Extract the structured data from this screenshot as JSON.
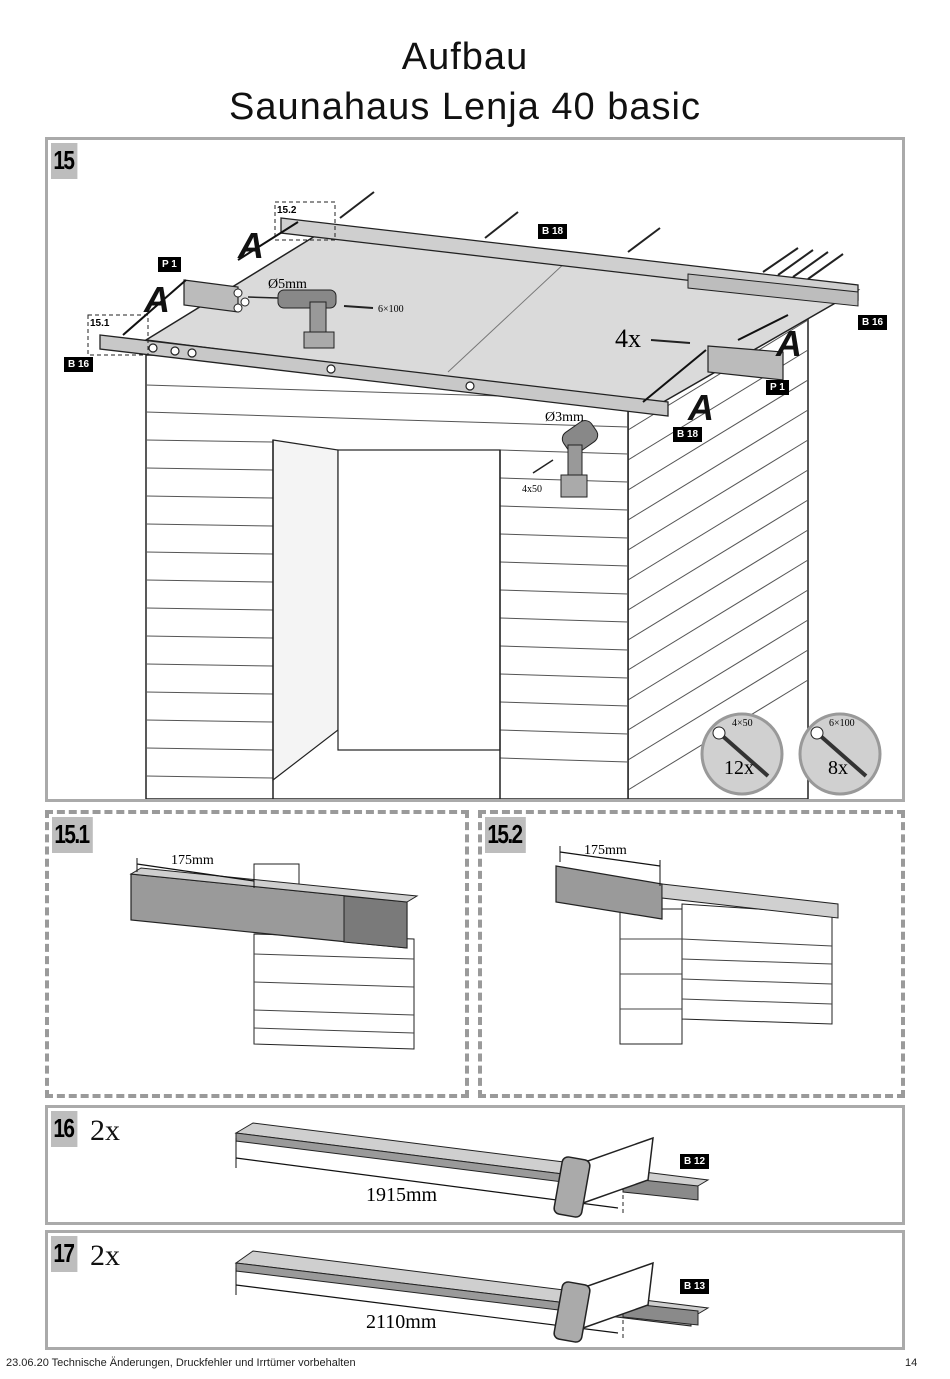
{
  "header": {
    "line1": "Aufbau",
    "line2": "Saunahaus Lenja 40 basic"
  },
  "step15": {
    "number": "15",
    "sub_refs": [
      "15.1",
      "15.2"
    ],
    "labels": {
      "p1_left": "P 1",
      "p1_right": "P 1",
      "b16_left": "B 16",
      "b16_right": "B 16",
      "b18_top": "B 18",
      "b18_bottom": "B 18",
      "marker": "A"
    },
    "drill_left": "Ø5mm",
    "screw_left": "6×100",
    "count_4x": "4x",
    "drill_right": "Ø3mm",
    "screw_right": "4x50",
    "badges": [
      {
        "spec": "4×50",
        "count": "12x"
      },
      {
        "spec": "6×100",
        "count": "8x"
      }
    ]
  },
  "step15_1": {
    "number": "15.1",
    "measure": "175mm"
  },
  "step15_2": {
    "number": "15.2",
    "measure": "175mm"
  },
  "step16": {
    "number": "16",
    "qty": "2x",
    "measure": "1915mm",
    "part": "B 12"
  },
  "step17": {
    "number": "17",
    "qty": "2x",
    "measure": "2110mm",
    "part": "B 13"
  },
  "footer": {
    "left": "23.06.20 Technische Änderungen, Druckfehler und Irrtümer vorbehalten",
    "page": "14"
  }
}
